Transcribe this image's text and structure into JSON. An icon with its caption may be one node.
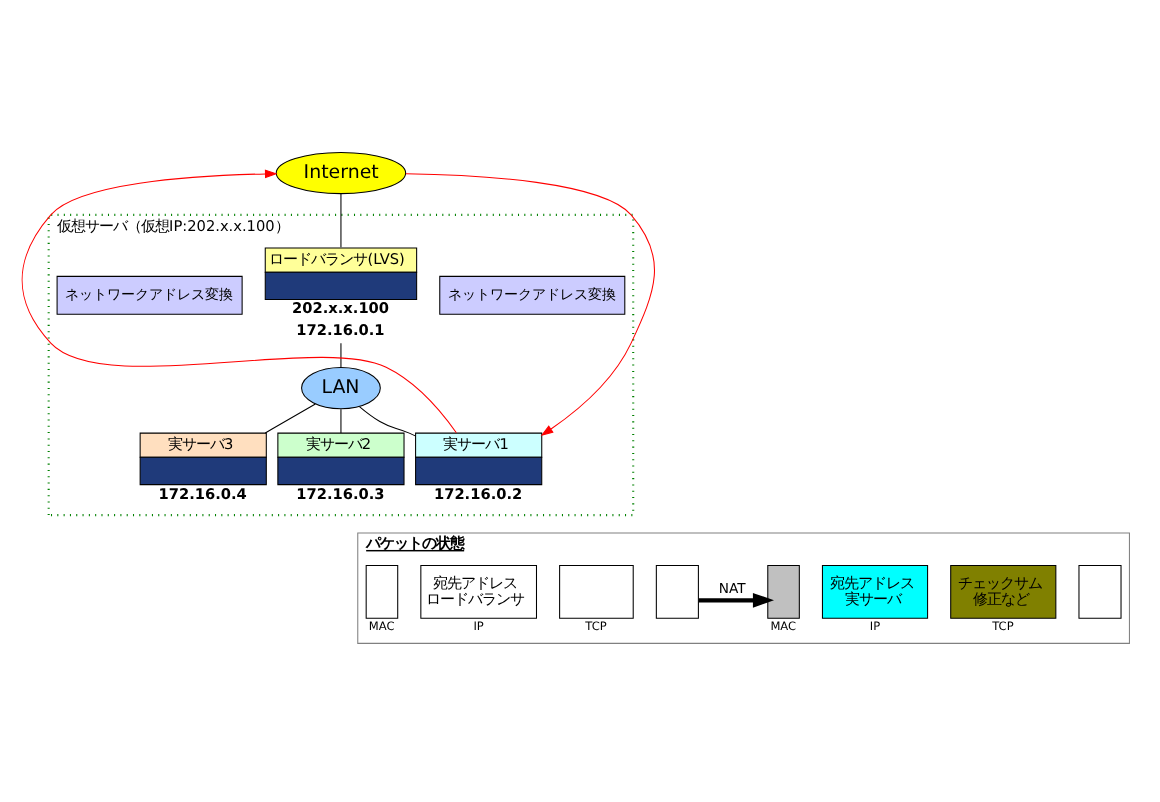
{
  "diagram": {
    "nodes": [
      {
        "text": [
          "仮想サーバ（仮想IP:202.x.x.100）"
        ]
      },
      {
        "text": [
          "Internet"
        ]
      },
      {
        "text": [
          "ロードバランサ(LVS)"
        ],
        "in": 0,
        "beside": [
          "202.x.x.100",
          "172.16.0.1"
        ]
      },
      {
        "text": [
          "ネットワークアドレス変換"
        ],
        "in": 0
      },
      {
        "text": [
          "ネットワークアドレス変換"
        ],
        "in": 0
      },
      {
        "text": [
          "LAN"
        ],
        "in": 0
      },
      {
        "text": [
          "実サーバ3"
        ],
        "in": 0,
        "beside": [
          "172.16.0.4"
        ]
      },
      {
        "text": [
          "実サーバ2"
        ],
        "in": 0,
        "beside": [
          "172.16.0.3"
        ]
      },
      {
        "text": [
          "実サーバ1"
        ],
        "in": 0,
        "beside": [
          "172.16.0.2"
        ]
      },
      {
        "text": [
          "パケットの状態"
        ]
      },
      {
        "text": [],
        "shape": "box",
        "in": 9,
        "beside": [
          "MAC"
        ]
      },
      {
        "text": [
          "宛先アドレスロードバランサ"
        ],
        "in": 9,
        "beside": [
          "IP"
        ]
      },
      {
        "text": [],
        "shape": "box",
        "in": 9,
        "beside": [
          "TCP"
        ]
      },
      {
        "text": [],
        "shape": "box",
        "in": 9
      },
      {
        "text": [],
        "shape": "box",
        "in": 9,
        "beside": [
          "MAC"
        ]
      },
      {
        "text": [
          "宛先アドレス実サーバ"
        ],
        "in": 9,
        "beside": [
          "IP"
        ]
      },
      {
        "text": [
          "チェックサム修正など"
        ],
        "in": 9,
        "beside": [
          "TCP"
        ]
      },
      {
        "text": [],
        "shape": "box",
        "in": 9
      }
    ],
    "edges": [
      {
        "from": 1,
        "to": 2,
        "arrow": "none"
      },
      {
        "from": 2,
        "to": 5,
        "arrow": "none"
      },
      {
        "from": 5,
        "to": 6,
        "arrow": "none"
      },
      {
        "from": 5,
        "to": 7,
        "arrow": "none"
      },
      {
        "from": 5,
        "to": 8,
        "arrow": "none"
      },
      {
        "from": 1,
        "to": 8,
        "arrow": "to",
        "color": "#ff0000"
      },
      {
        "from": 8,
        "to": 1,
        "arrow": "to",
        "color": "#ff0000"
      },
      {
        "from": 13,
        "to": 14,
        "arrow": "to",
        "label": "NAT",
        "style": "thick"
      }
    ]
  }
}
